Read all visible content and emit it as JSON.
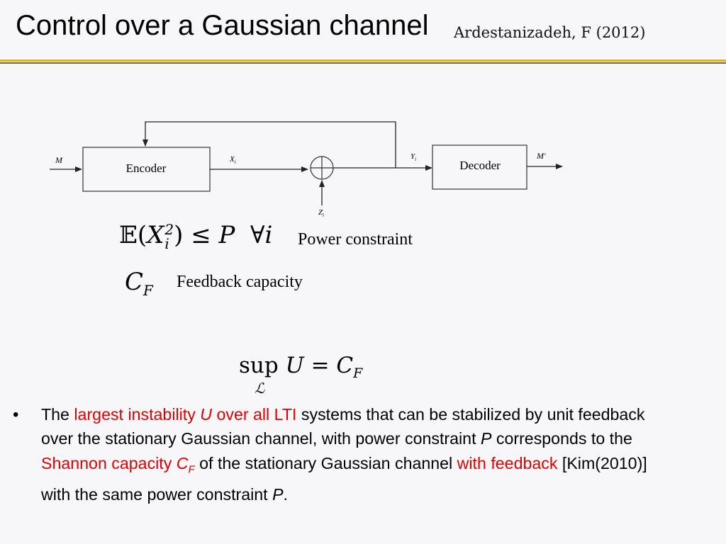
{
  "slide": {
    "title": "Control over a Gaussian channel",
    "citation": "Ardestanizadeh, F (2012)"
  },
  "diagram": {
    "input_label": "M",
    "encoder_label": "Encoder",
    "x_label": "X",
    "x_sub": "i",
    "y_label": "Y",
    "y_sub": "i",
    "z_label": "Z",
    "z_sub": "i",
    "decoder_label": "Decoder",
    "output_label": "M'"
  },
  "equations": {
    "power_lhs": "𝔼(",
    "power_var": "X",
    "power_sup": "2",
    "power_sub": "i",
    "power_rhs1": ") ≤ ",
    "power_P": "P",
    "power_forall": "  ∀",
    "power_i": "i",
    "power_label": "Power constraint",
    "cf_symbol": "C",
    "cf_sub": "F",
    "cf_label": "Feedback capacity",
    "sup_op": "sup",
    "sup_sub": "ℒ",
    "sup_U": "U",
    "sup_eq": " = ",
    "sup_C": "C",
    "sup_F": "F"
  },
  "bullet": {
    "marker": "•",
    "t1": "The ",
    "r1": "largest instability ",
    "r2": "U",
    "r3": " over all LTI",
    "t2": " systems that can be stabilized by unit feedback over the stationary Gaussian channel, with power constraint ",
    "t3": "P",
    "t4": " corresponds to the ",
    "r4": "Shannon capacity ",
    "r5": "C",
    "r6": "F",
    "t5": " of the stationary Gaussian channel ",
    "r7": "with feedback",
    "t6": " [Kim(2010)] with the same power constraint ",
    "t7": "P",
    "t8": "."
  }
}
